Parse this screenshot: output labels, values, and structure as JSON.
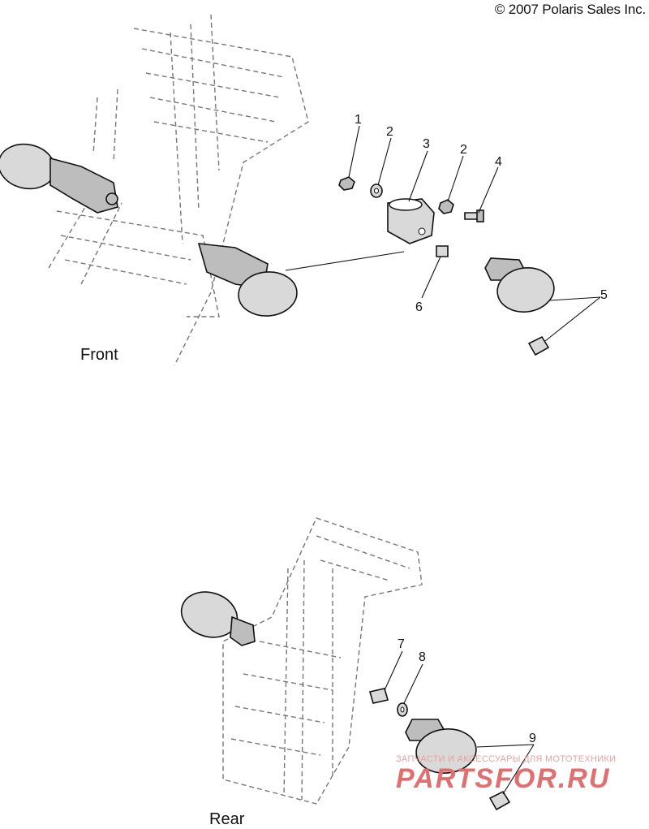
{
  "copyright": "© 2007 Polaris Sales Inc.",
  "sections": {
    "front_label": "Front",
    "rear_label": "Rear"
  },
  "callouts": {
    "c1": "1",
    "c2a": "2",
    "c3": "3",
    "c2b": "2",
    "c4": "4",
    "c5": "5",
    "c6": "6",
    "c7": "7",
    "c8": "8",
    "c9": "9"
  },
  "watermark": {
    "tagline": "ЗАПЧАСТИ И АКСЕССУАРЫ ДЛЯ МОТОТЕХНИКИ",
    "brand": "PARTSFOR.RU"
  }
}
